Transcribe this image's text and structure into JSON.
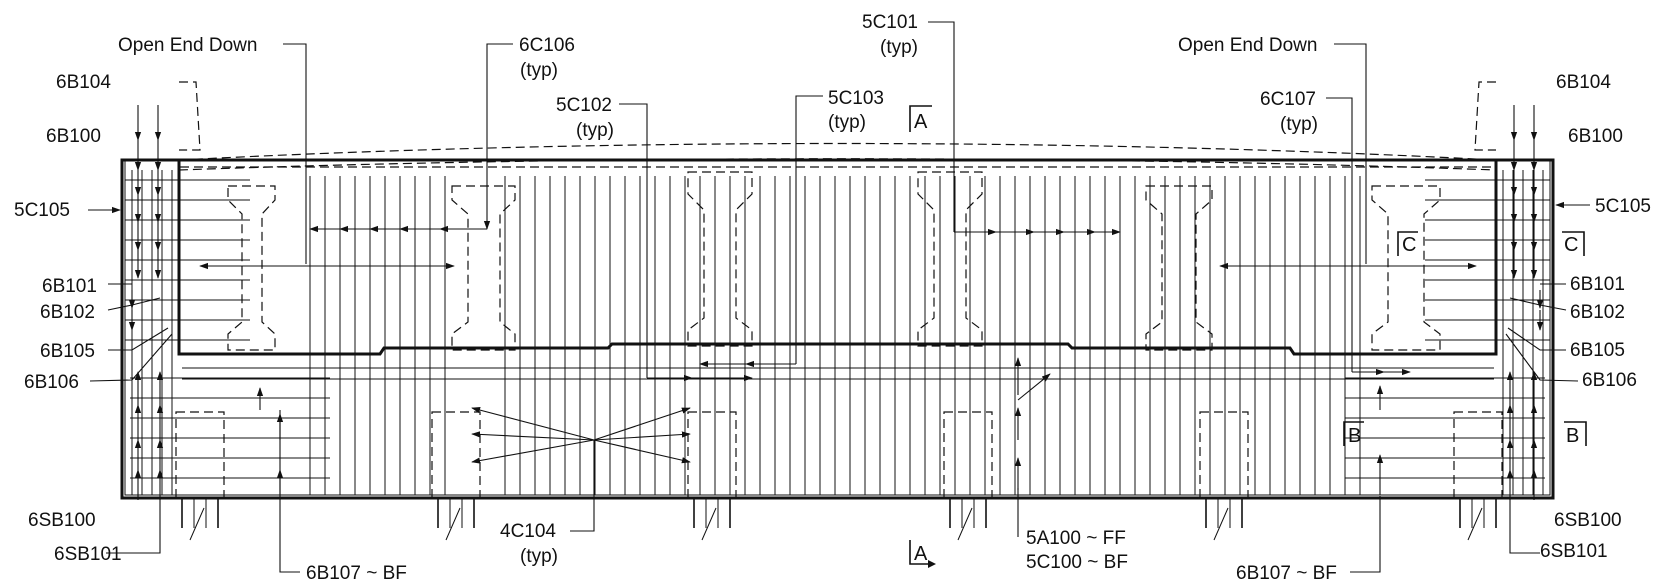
{
  "labels": {
    "open_end_down": "Open End Down",
    "b6104": "6B104",
    "b6100": "6B100",
    "c5105": "5C105",
    "b6101": "6B101",
    "b6102": "6B102",
    "b6105": "6B105",
    "b6106": "6B106",
    "sb6100": "6SB100",
    "sb6101": "6SB101",
    "b6107_bf": "6B107 ~ BF",
    "c6106": "6C106",
    "c6107": "6C107",
    "c5102": "5C102",
    "c5103": "5C103",
    "c5101": "5C101",
    "c4104": "4C104",
    "typ": "(typ)",
    "a5100_ff": "5A100 ~ FF",
    "c5100_bf": "5C100 ~ BF"
  },
  "sections": {
    "a": "A",
    "b": "B",
    "c": "C"
  }
}
